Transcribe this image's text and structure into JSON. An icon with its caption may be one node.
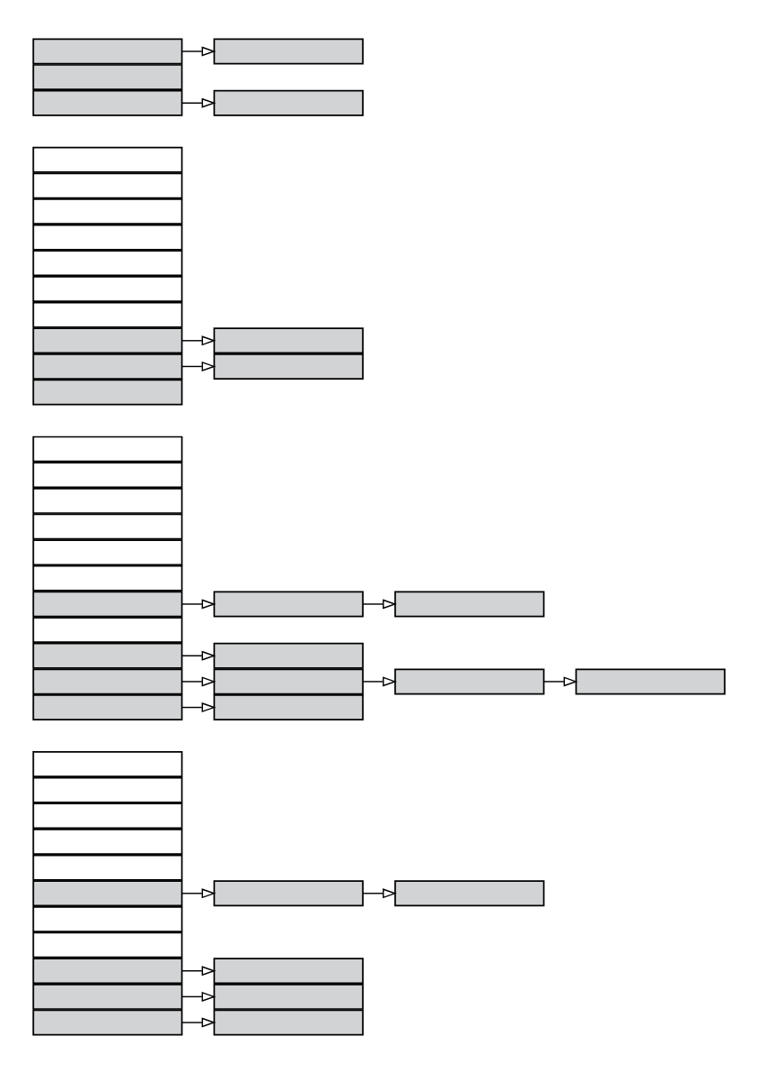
{
  "diagram": {
    "nodes": [
      {
        "text": [],
        "shape": "box"
      },
      {
        "text": [],
        "shape": "box"
      },
      {
        "text": [],
        "shape": "box"
      },
      {
        "text": [],
        "shape": "box"
      },
      {
        "text": [],
        "shape": "box"
      },
      {
        "text": [],
        "shape": "box"
      },
      {
        "text": [],
        "shape": "box"
      },
      {
        "text": [],
        "shape": "box"
      },
      {
        "text": [],
        "shape": "box"
      },
      {
        "text": [],
        "shape": "box"
      },
      {
        "text": [],
        "shape": "box"
      },
      {
        "text": [],
        "shape": "box"
      },
      {
        "text": [],
        "shape": "box"
      },
      {
        "text": [],
        "shape": "box"
      },
      {
        "text": [],
        "shape": "box"
      },
      {
        "text": [],
        "shape": "box"
      },
      {
        "text": [],
        "shape": "box"
      },
      {
        "text": [],
        "shape": "box"
      },
      {
        "text": [],
        "shape": "box"
      },
      {
        "text": [],
        "shape": "box"
      },
      {
        "text": [],
        "shape": "box"
      },
      {
        "text": [],
        "shape": "box"
      },
      {
        "text": [],
        "shape": "box"
      },
      {
        "text": [],
        "shape": "box"
      },
      {
        "text": [],
        "shape": "box"
      },
      {
        "text": [],
        "shape": "box"
      },
      {
        "text": [],
        "shape": "box"
      },
      {
        "text": [],
        "shape": "box"
      },
      {
        "text": [],
        "shape": "box"
      },
      {
        "text": [],
        "shape": "box"
      },
      {
        "text": [],
        "shape": "box"
      },
      {
        "text": [],
        "shape": "box"
      },
      {
        "text": [],
        "shape": "box"
      },
      {
        "text": [],
        "shape": "box"
      },
      {
        "text": [],
        "shape": "box"
      },
      {
        "text": [],
        "shape": "box"
      },
      {
        "text": [],
        "shape": "box"
      },
      {
        "text": [],
        "shape": "box"
      },
      {
        "text": [],
        "shape": "box"
      },
      {
        "text": [],
        "shape": "box"
      },
      {
        "text": [],
        "shape": "box"
      },
      {
        "text": [],
        "shape": "box"
      },
      {
        "text": [],
        "shape": "box"
      },
      {
        "text": [],
        "shape": "box"
      },
      {
        "text": [],
        "shape": "box"
      },
      {
        "text": [],
        "shape": "box"
      },
      {
        "text": [],
        "shape": "box"
      },
      {
        "text": [],
        "shape": "box"
      },
      {
        "text": [],
        "shape": "box"
      },
      {
        "text": [],
        "shape": "box"
      },
      {
        "text": [],
        "shape": "box"
      }
    ],
    "edges": [
      {
        "from": 5,
        "to": 8,
        "arrow": "to"
      },
      {
        "from": 8,
        "to": 12,
        "arrow": "to"
      },
      {
        "from": 9,
        "to": 13,
        "arrow": "to"
      },
      {
        "from": 10,
        "to": 14,
        "arrow": "to"
      },
      {
        "from": 11,
        "to": 15,
        "arrow": "to"
      },
      {
        "from": 22,
        "to": 24,
        "arrow": "to"
      },
      {
        "from": 24,
        "to": 28,
        "arrow": "to"
      },
      {
        "from": 25,
        "to": 29,
        "arrow": "to"
      },
      {
        "from": 26,
        "to": 30,
        "arrow": "to"
      },
      {
        "from": 27,
        "to": 31,
        "arrow": "to"
      },
      {
        "from": 30,
        "to": 32,
        "arrow": "to"
      },
      {
        "from": 32,
        "to": 33,
        "arrow": "to"
      },
      {
        "from": 41,
        "to": 42,
        "arrow": "to"
      },
      {
        "from": 43,
        "to": 45,
        "arrow": "to"
      },
      {
        "from": 46,
        "to": 47,
        "arrow": "to"
      },
      {
        "from": 49,
        "to": 50,
        "arrow": "to"
      }
    ]
  }
}
